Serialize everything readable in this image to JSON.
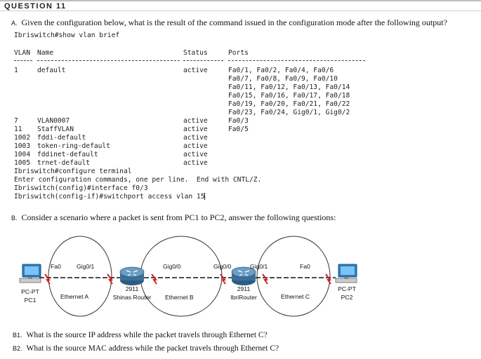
{
  "header": {
    "title": "QUESTION 11"
  },
  "partA": {
    "letter": "A.",
    "question": "Given the configuration below, what is the result of the command issued in the configuration mode after the following output?",
    "cmd_show": "Ibriswitch#show vlan brief",
    "table": {
      "headers": {
        "vlan": "VLAN",
        "name": "Name",
        "status": "Status",
        "ports": "Ports"
      },
      "rows": [
        {
          "vlan": "1",
          "name": "default",
          "status": "active",
          "ports": [
            "Fa0/1, Fa0/2, Fa0/4, Fa0/6",
            "Fa0/7, Fa0/8, Fa0/9, Fa0/10",
            "Fa0/11, Fa0/12, Fa0/13, Fa0/14",
            "Fa0/15, Fa0/16, Fa0/17, Fa0/18",
            "Fa0/19, Fa0/20, Fa0/21, Fa0/22",
            "Fa0/23, Fa0/24, Gig0/1, Gig0/2"
          ]
        },
        {
          "vlan": "7",
          "name": "VLAN0007",
          "status": "active",
          "ports": [
            "Fa0/3"
          ]
        },
        {
          "vlan": "11",
          "name": "StaffVLAN",
          "status": "active",
          "ports": [
            "Fa0/5"
          ]
        },
        {
          "vlan": "1002",
          "name": "fddi-default",
          "status": "active",
          "ports": []
        },
        {
          "vlan": "1003",
          "name": "token-ring-default",
          "status": "active",
          "ports": []
        },
        {
          "vlan": "1004",
          "name": "fddinet-default",
          "status": "active",
          "ports": []
        },
        {
          "vlan": "1005",
          "name": "trnet-default",
          "status": "active",
          "ports": []
        }
      ]
    },
    "cmd_conf": "Ibriswitch#configure terminal",
    "enter_msg": "Enter configuration commands, one per line.  End with CNTL/Z.",
    "cmd_iface": "Ibriswitch(config)#interface f0/3",
    "cmd_access": "Ibriswitch(config-if)#switchport access vlan 15"
  },
  "partB": {
    "letter": "B.",
    "question": "Consider a scenario where a packet is sent from PC1 to PC2, answer the following questions:",
    "diagram": {
      "pc1": {
        "type": "PC-PT",
        "name": "PC1"
      },
      "pc2": {
        "type": "PC-PT",
        "name": "PC2"
      },
      "router1": {
        "model": "2911",
        "name": "Shinas Router"
      },
      "router2": {
        "model": "2911",
        "name": "IbriRouter"
      },
      "switch_ports": {
        "sw1_fa": "Fa0",
        "sw1_gig": "Gig0/1",
        "r1_gig": "Gig0/0",
        "r2_gig0": "Gig0/0",
        "r2_gig1": "Gig0/1",
        "sw2_fa": "Fa0"
      },
      "networks": {
        "a": "Ethernet A",
        "b": "Ethernet B",
        "c": "Ethernet C"
      }
    },
    "questions": [
      {
        "tag": "B1.",
        "text": "What is the source IP address while the packet travels through Ethernet C?"
      },
      {
        "tag": "B2.",
        "text": "What is the source MAC address while the packet travels through Ethernet C?"
      }
    ]
  },
  "colors": {
    "link_red": "#d42020",
    "router_blue": "#3a6f9a",
    "pc_blue": "#2a7fc4"
  }
}
